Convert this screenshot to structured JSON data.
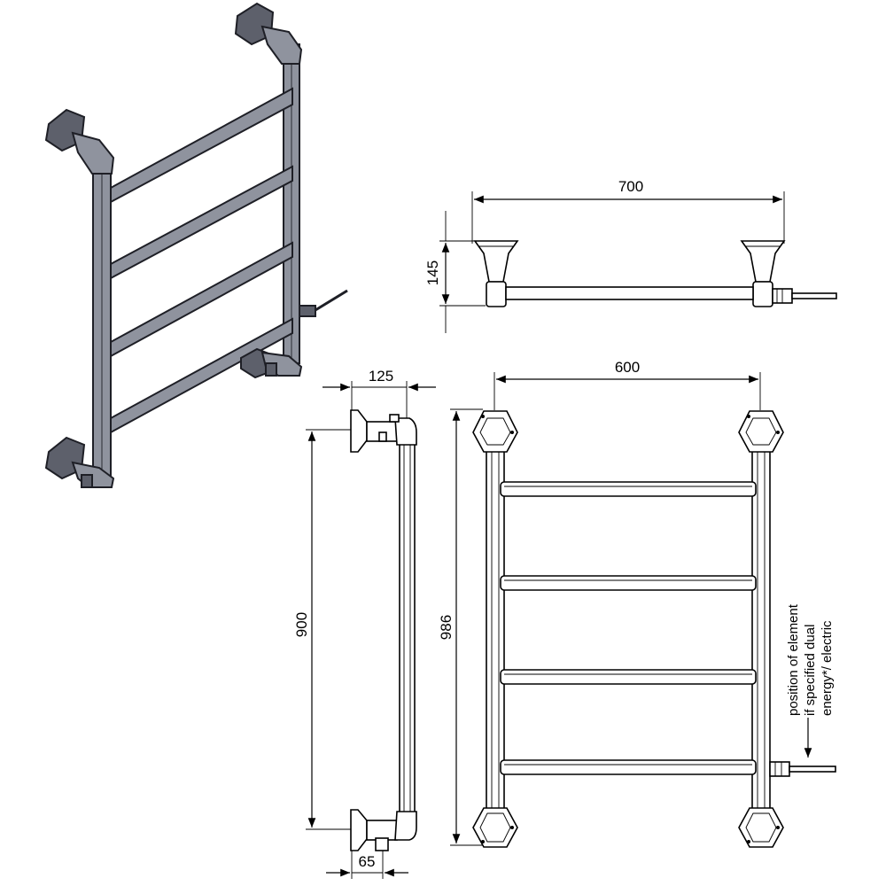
{
  "dimensions": {
    "top_width": "700",
    "top_height": "145",
    "side_depth": "125",
    "side_height": "900",
    "side_bottom": "65",
    "front_width": "600",
    "front_height": "986"
  },
  "note": {
    "line1": "position of element",
    "line2": "if specified dual",
    "line3": "energy*/ electric"
  },
  "colors": {
    "iso_fill": "#8f939e",
    "iso_dark": "#5d606b",
    "line": "#000000"
  }
}
